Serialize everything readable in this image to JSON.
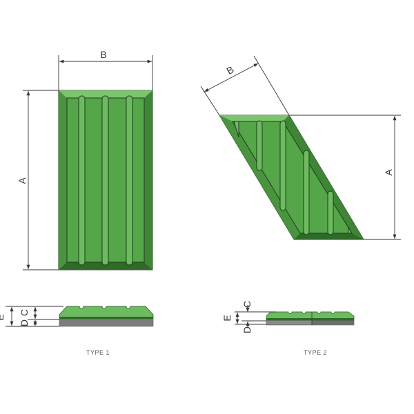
{
  "type1": {
    "caption": "TYPE 1",
    "plan_labels": {
      "length": "A",
      "width": "B"
    },
    "profile_labels": {
      "total": "E",
      "top": "C",
      "base": "D"
    }
  },
  "type2": {
    "caption": "TYPE 2",
    "plan_labels": {
      "length": "A",
      "width": "B"
    },
    "profile_labels": {
      "total": "E",
      "top": "C",
      "base": "D"
    }
  },
  "colors": {
    "tile_face": "#54a648",
    "tile_bevel_light": "#7cc46e",
    "tile_bevel_dark": "#2f6a28",
    "base_layer": "#7d7d7d"
  }
}
